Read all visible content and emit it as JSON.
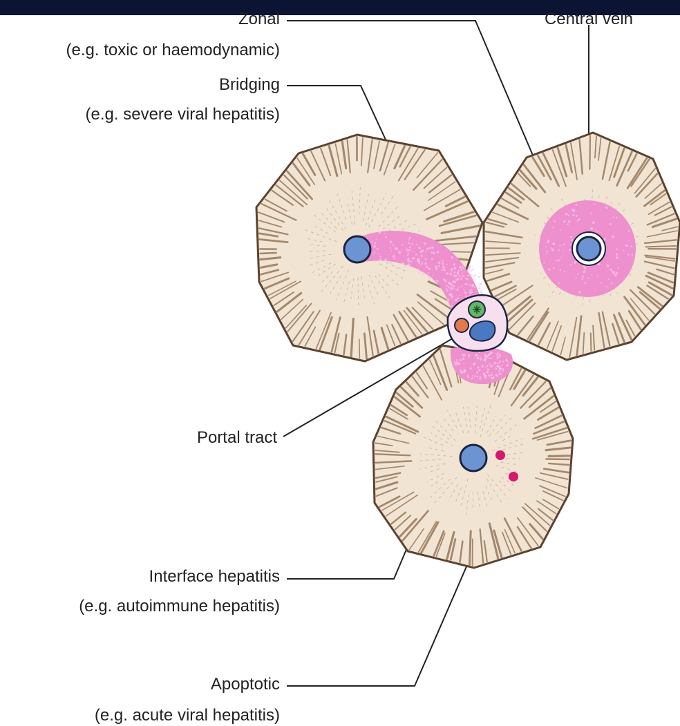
{
  "colors": {
    "background": "#ffffff",
    "top_bar": "#0c1433",
    "lobule_fill": "#f1e4d3",
    "lobule_outline": "#5a4331",
    "sinusoid_streak": "#8a6a4b",
    "necrosis_pink": "#ee8fce",
    "vein_blue": "#6c93d2",
    "vein_outline": "#1a2440",
    "portal_tract_fill": "#f8dff0",
    "artery_green": "#63b867",
    "bile_duct_orange": "#e27a4a",
    "portal_vein_blue": "#4a78c2",
    "apoptotic_body": "#d4186f",
    "leader_line": "#222222"
  },
  "labels": {
    "zonal": {
      "title": "Zonal",
      "example": "(e.g. toxic or haemodynamic)"
    },
    "central_vein": {
      "title": "Central vein"
    },
    "bridging": {
      "title": "Bridging",
      "example": "(e.g. severe viral hepatitis)"
    },
    "portal_tract": {
      "title": "Portal tract"
    },
    "interface": {
      "title": "Interface hepatitis",
      "example": "(e.g. autoimmune hepatitis)"
    },
    "apoptotic": {
      "title": "Apoptotic",
      "example": "(e.g. acute viral hepatitis)"
    }
  }
}
